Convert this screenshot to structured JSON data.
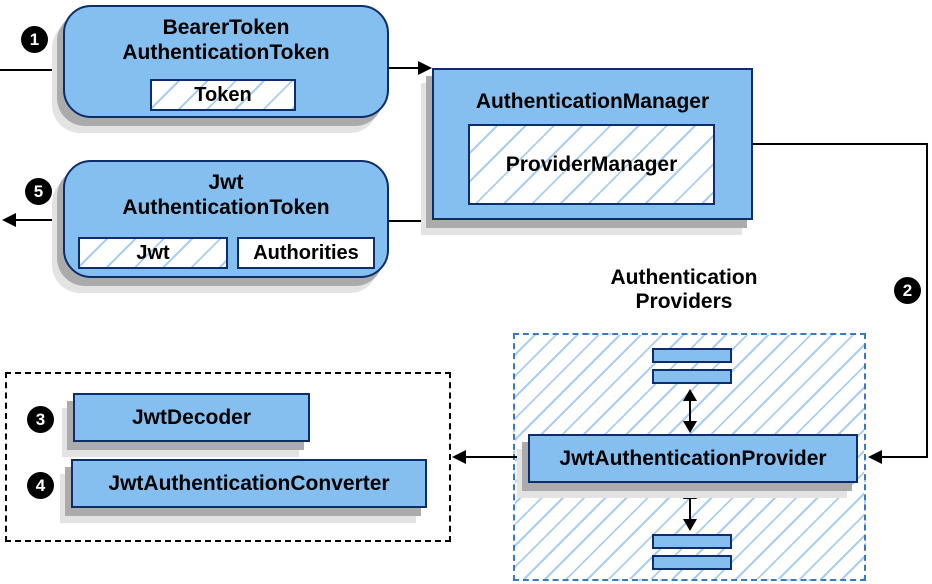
{
  "colors": {
    "node_fill": "#85BFF0",
    "node_border": "#0D2D6D",
    "hatch_line": "#A9CEEF",
    "providers_container_border": "#3B79BE",
    "group_box_border": "#000000",
    "arrow": "#000000",
    "shadow_dark": "#ABABAB",
    "shadow_light": "#E3E3E3",
    "badge_bg": "#000000",
    "badge_text": "#FFFFFF"
  },
  "nodes": {
    "bearer_token": {
      "title_line1": "BearerToken",
      "title_line2": "AuthenticationToken",
      "field": "Token"
    },
    "authentication_manager": {
      "title": "AuthenticationManager",
      "inner": "ProviderManager"
    },
    "jwt_authentication_token": {
      "title_line1": "Jwt",
      "title_line2": "AuthenticationToken",
      "field_jwt": "Jwt",
      "field_authorities": "Authorities"
    },
    "providers_group": {
      "label_line1": "Authentication",
      "label_line2": "Providers",
      "provider": "JwtAuthenticationProvider"
    },
    "jwt_decoder": {
      "label": "JwtDecoder"
    },
    "jwt_authentication_converter": {
      "label": "JwtAuthenticationConverter"
    }
  },
  "steps": {
    "step1": "1",
    "step2": "2",
    "step3": "3",
    "step4": "4",
    "step5": "5"
  }
}
